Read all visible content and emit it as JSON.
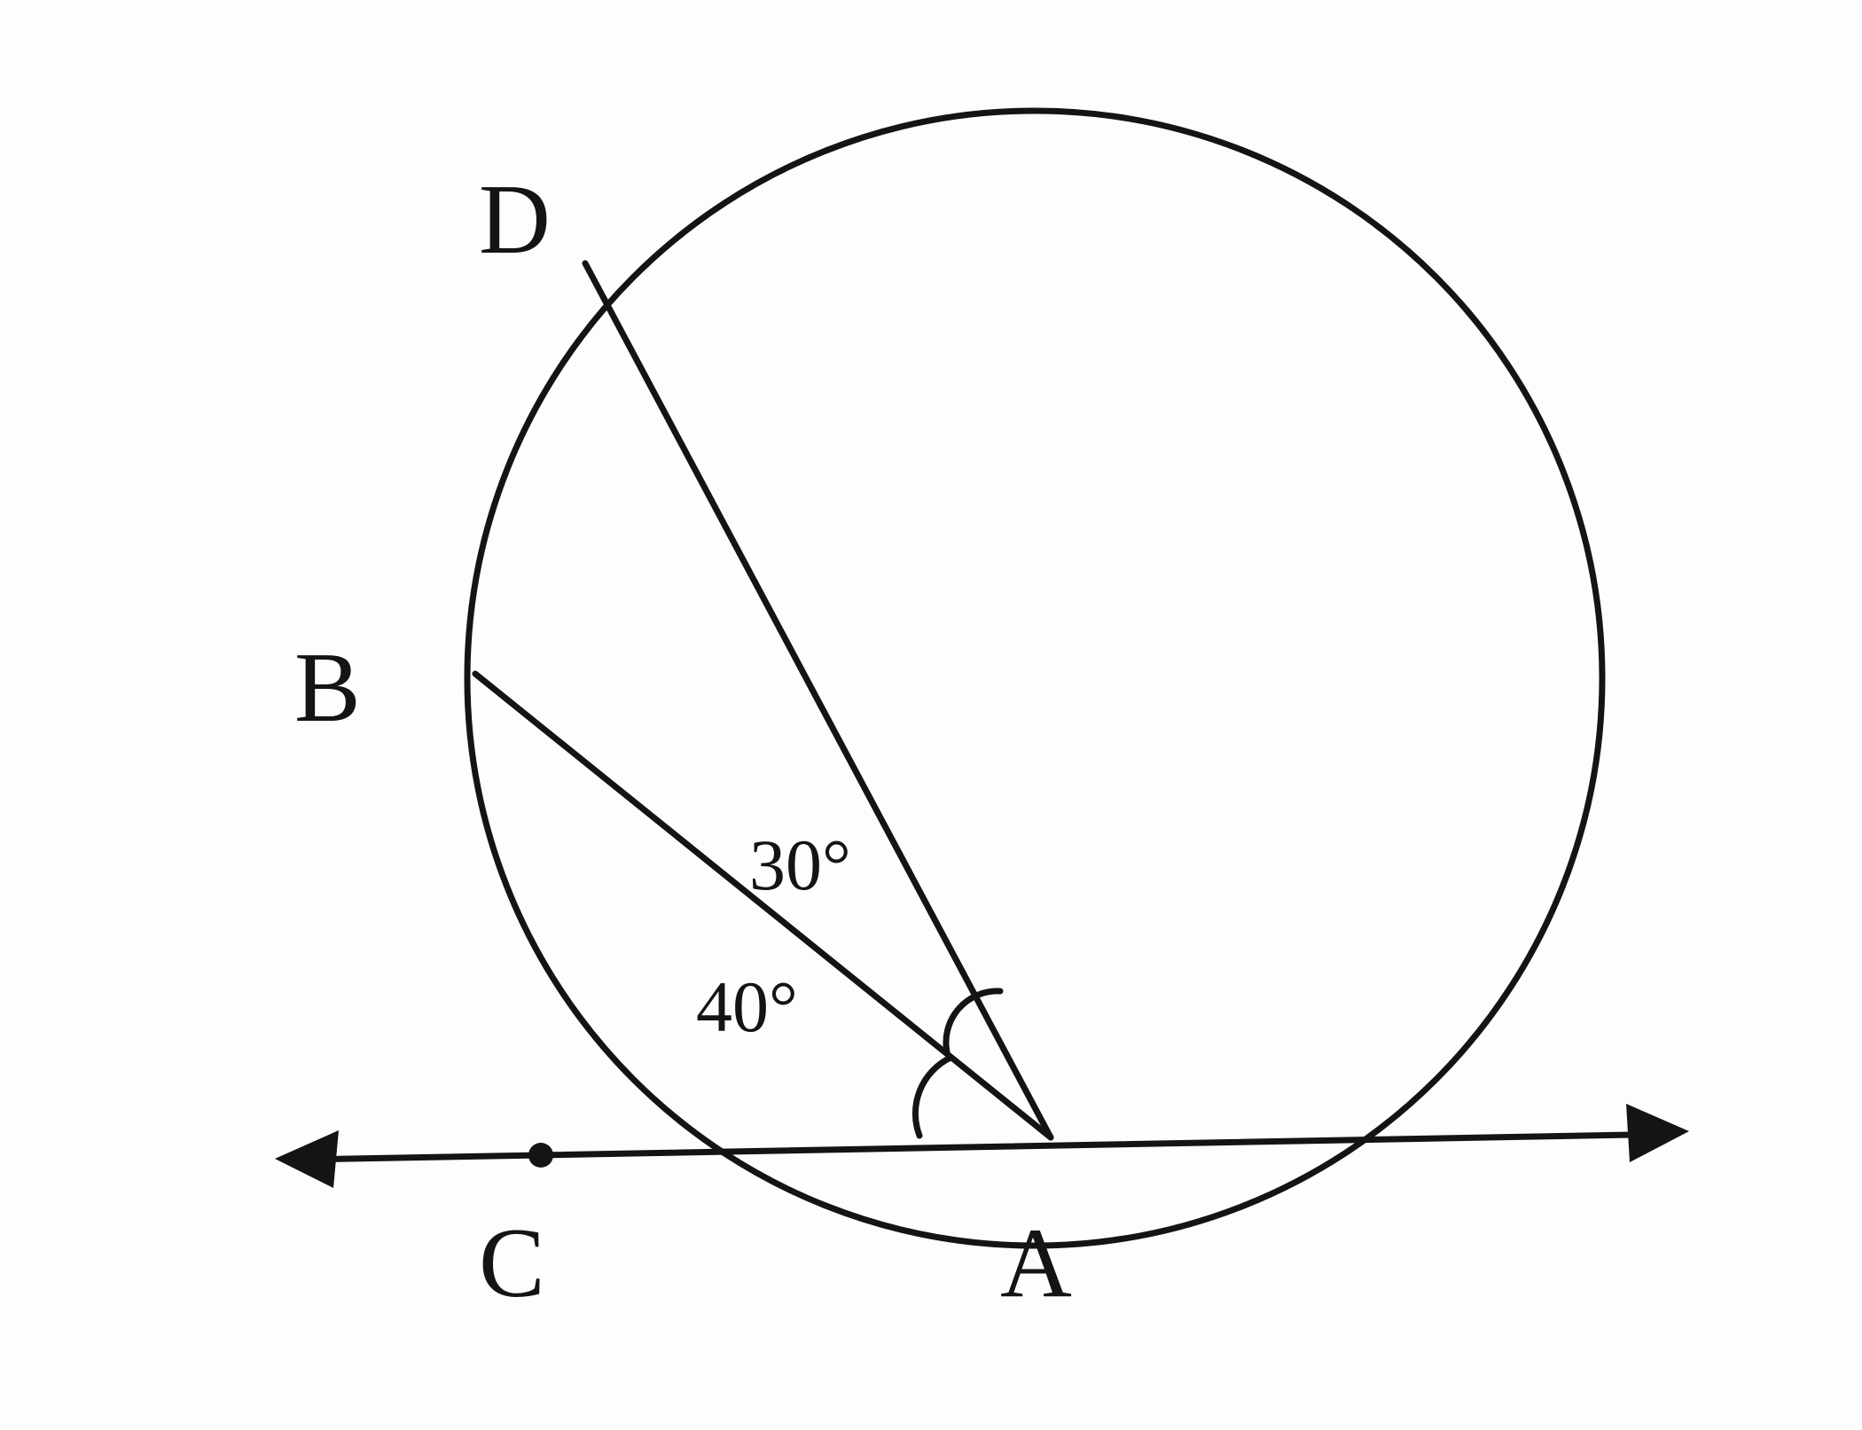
{
  "points": {
    "A": "A",
    "B": "B",
    "C": "C",
    "D": "D"
  },
  "angles": {
    "dab": "30°",
    "bac": "40°"
  },
  "colors": {
    "ink": "#141414",
    "paper": "#fdfdfb"
  }
}
